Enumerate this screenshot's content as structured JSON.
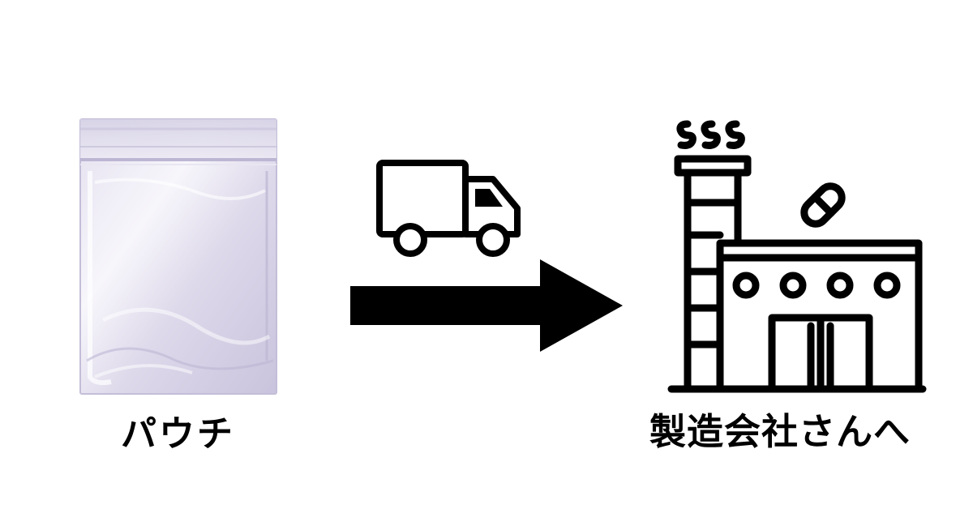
{
  "pouch": {
    "icon": "clear-zipper-pouch",
    "label": "パウチ"
  },
  "shipping": {
    "vehicle_icon": "delivery-truck",
    "arrow_icon": "right-arrow"
  },
  "destination": {
    "icon": "pharmaceutical-factory",
    "label": "製造会社さんへ"
  },
  "colors": {
    "ink": "#000000",
    "background": "#ffffff",
    "pouch_tint": "#d9d3ea"
  }
}
